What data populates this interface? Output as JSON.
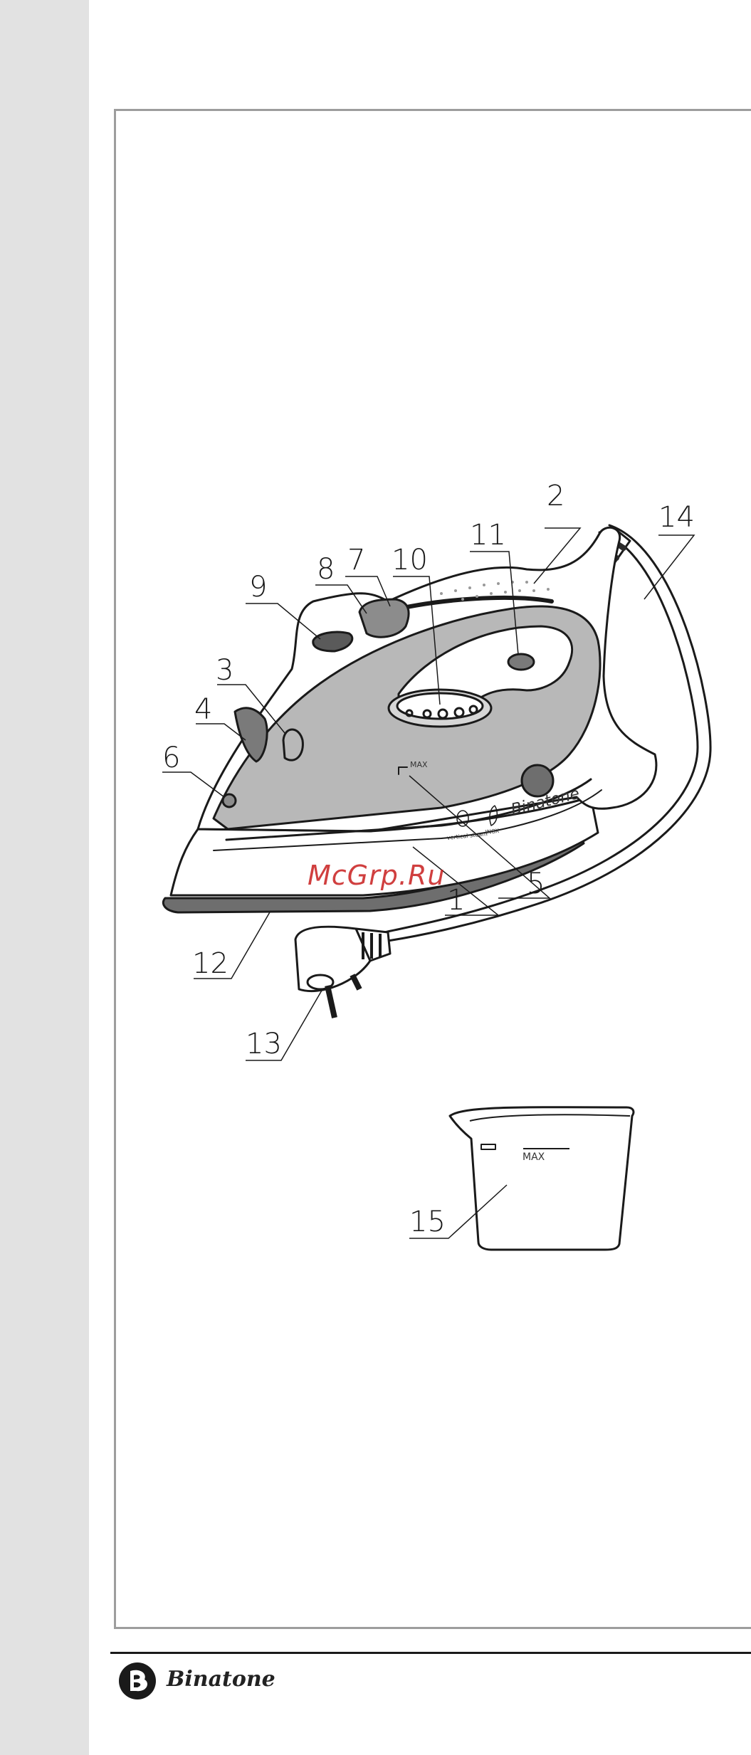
{
  "brand": {
    "name": "Binatone"
  },
  "iron": {
    "max_mark": "MAX",
    "body_brand": "Binatone",
    "feature_left": "vertical steam",
    "feature_right": "INOX"
  },
  "jug": {
    "max_mark": "MAX"
  },
  "callouts": [
    {
      "id": "1",
      "label": "1"
    },
    {
      "id": "2",
      "label": "2"
    },
    {
      "id": "3",
      "label": "3"
    },
    {
      "id": "4",
      "label": "4"
    },
    {
      "id": "5",
      "label": "5"
    },
    {
      "id": "6",
      "label": "6"
    },
    {
      "id": "7",
      "label": "7"
    },
    {
      "id": "8",
      "label": "8"
    },
    {
      "id": "9",
      "label": "9"
    },
    {
      "id": "10",
      "label": "10"
    },
    {
      "id": "11",
      "label": "11"
    },
    {
      "id": "12",
      "label": "12"
    },
    {
      "id": "13",
      "label": "13"
    },
    {
      "id": "14",
      "label": "14"
    },
    {
      "id": "15",
      "label": "15"
    }
  ],
  "watermark": "McGrp.Ru",
  "colors": {
    "body_grey": "#b8b8b8",
    "dark_grey": "#7a7a7a",
    "strip": "#e2e2e2",
    "frame": "#9d9d9d"
  }
}
